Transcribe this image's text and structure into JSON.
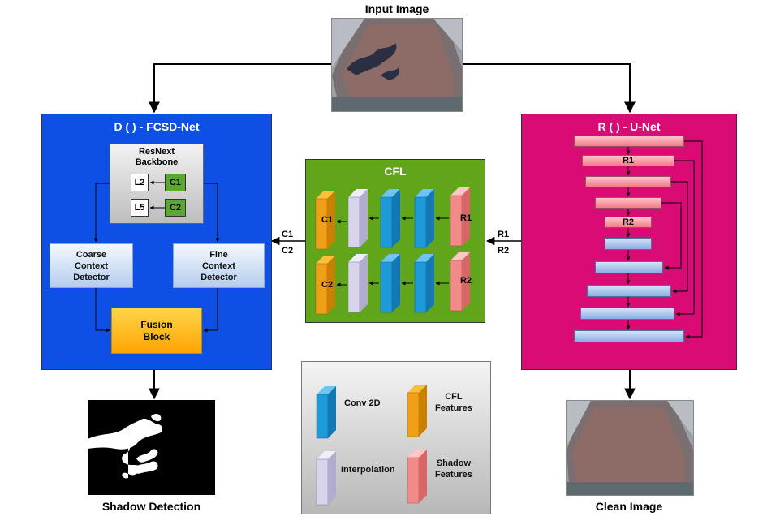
{
  "input_label": "Input Image",
  "shadow_label": "Shadow Detection",
  "clean_label": "Clean Image",
  "detector": {
    "title": "D ( ) - FCSD-Net",
    "backbone": "ResNext\nBackbone",
    "l2": "L2",
    "c1": "C1",
    "l5": "L5",
    "c2": "C2",
    "coarse": "Coarse\nContext\nDetector",
    "fine": "Fine\nContext\nDetector",
    "fusion": "Fusion\nBlock"
  },
  "remover": {
    "title": "R ( ) - U-Net",
    "r1": "R1",
    "r2": "R2"
  },
  "cfl": {
    "title": "CFL",
    "c1": "C1",
    "c2": "C2",
    "r1": "R1",
    "r2": "R2"
  },
  "flow": {
    "in_top": "R1",
    "in_bottom": "R2",
    "out_top": "C1",
    "out_bottom": "C2"
  },
  "legend": {
    "conv": "Conv 2D",
    "cfl_features": "CFL\nFeatures",
    "interp": "Interpolation",
    "shadow_features": "Shadow\nFeatures"
  },
  "colors": {
    "detector_bg": "#0e4fe6",
    "remover_bg": "#d90b74",
    "cfl_bg": "#61a61a"
  }
}
